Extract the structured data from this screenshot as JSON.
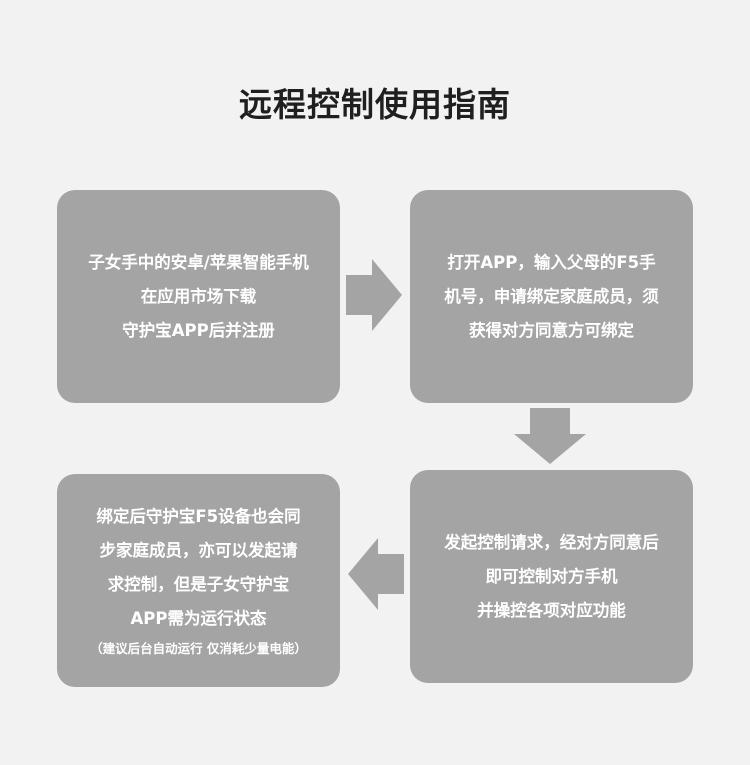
{
  "title": "远程控制使用指南",
  "steps": [
    {
      "lines": [
        "子女手中的安卓/苹果智能手机",
        "在应用市场下载",
        "守护宝APP后并注册"
      ]
    },
    {
      "lines": [
        "打开APP，输入父母的F5手",
        "机号，申请绑定家庭成员，须",
        "获得对方同意方可绑定"
      ]
    },
    {
      "lines": [
        "发起控制请求，经对方同意后",
        "即可控制对方手机",
        "并操控各项对应功能"
      ]
    },
    {
      "lines": [
        "绑定后守护宝F5设备也会同",
        "步家庭成员，亦可以发起请",
        "求控制，但是子女守护宝",
        "APP需为运行状态"
      ],
      "note": "（建议后台自动运行 仅消耗少量电能）"
    }
  ],
  "colors": {
    "background": "#f2f2f2",
    "box": "#a4a4a4",
    "arrow": "#a4a4a4",
    "title": "#1f1f1f",
    "box_text": "#ffffff"
  },
  "icons": {
    "arrow_1_2": "arrow-right-icon",
    "arrow_2_3": "arrow-down-icon",
    "arrow_3_4": "arrow-left-icon"
  }
}
